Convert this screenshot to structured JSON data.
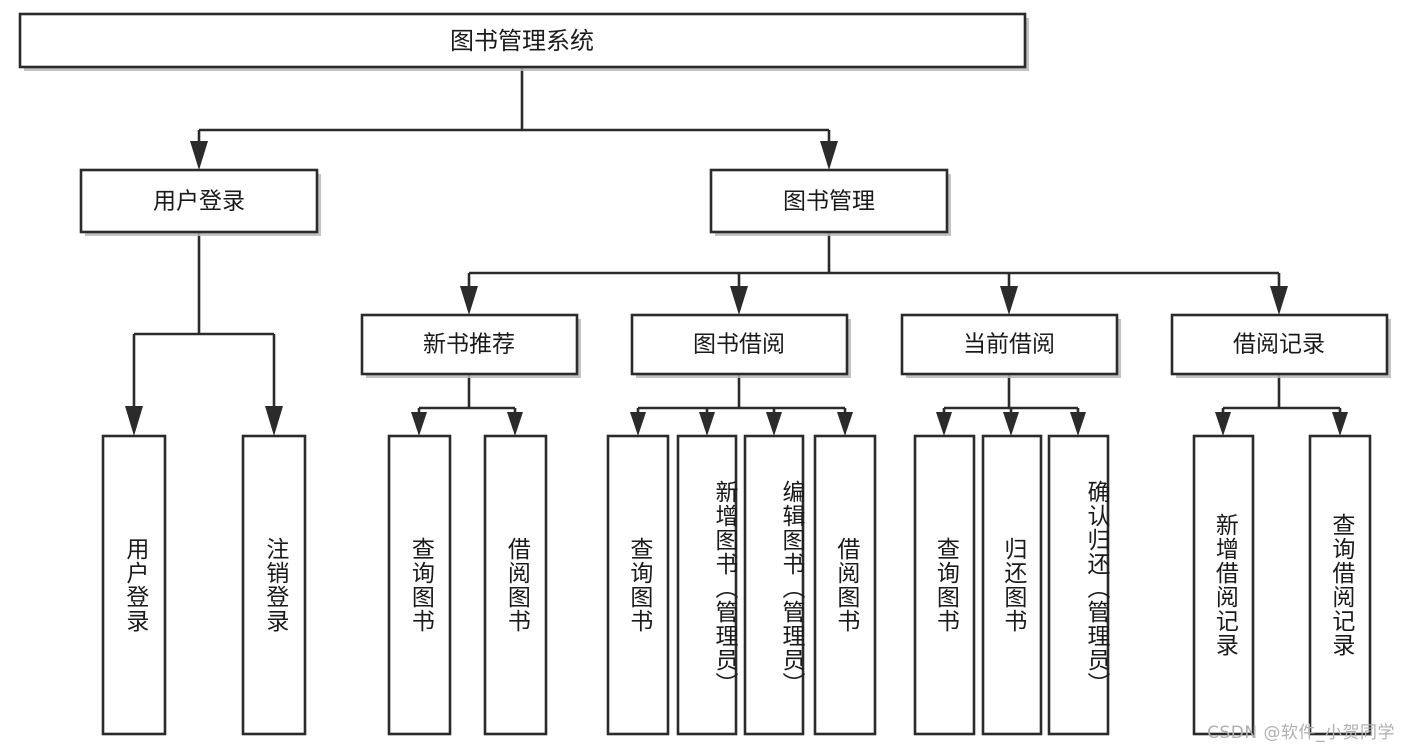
{
  "diagram": {
    "title": "图书管理系统",
    "type": "tree-hierarchy-chart",
    "watermark": "CSDN @软件_小贺同学",
    "colors": {
      "stroke": "#2b2b2b",
      "fill": "#ffffff",
      "text": "#1a1a1a",
      "shadow": "#b9b9b9",
      "watermark": "#b0b0b0"
    },
    "root": {
      "label": "图书管理系统"
    },
    "level2": [
      {
        "label": "用户登录"
      },
      {
        "label": "图书管理"
      }
    ],
    "level3": [
      {
        "label": "新书推荐"
      },
      {
        "label": "图书借阅"
      },
      {
        "label": "当前借阅"
      },
      {
        "label": "借阅记录"
      }
    ],
    "leaves": {
      "user_login": [
        {
          "label": "用户登录"
        },
        {
          "label": "注销登录"
        }
      ],
      "new_book": [
        {
          "label": "查询图书"
        },
        {
          "label": "借阅图书"
        }
      ],
      "book_borrow": [
        {
          "label": "查询图书"
        },
        {
          "label": "新增图书（管理员）"
        },
        {
          "label": "编辑图书（管理员）"
        },
        {
          "label": "借阅图书"
        }
      ],
      "current_borrow": [
        {
          "label": "查询图书"
        },
        {
          "label": "归还图书"
        },
        {
          "label": "确认归还（管理员）"
        }
      ],
      "borrow_record": [
        {
          "label": "新增借阅记录"
        },
        {
          "label": "查询借阅记录"
        }
      ]
    }
  }
}
